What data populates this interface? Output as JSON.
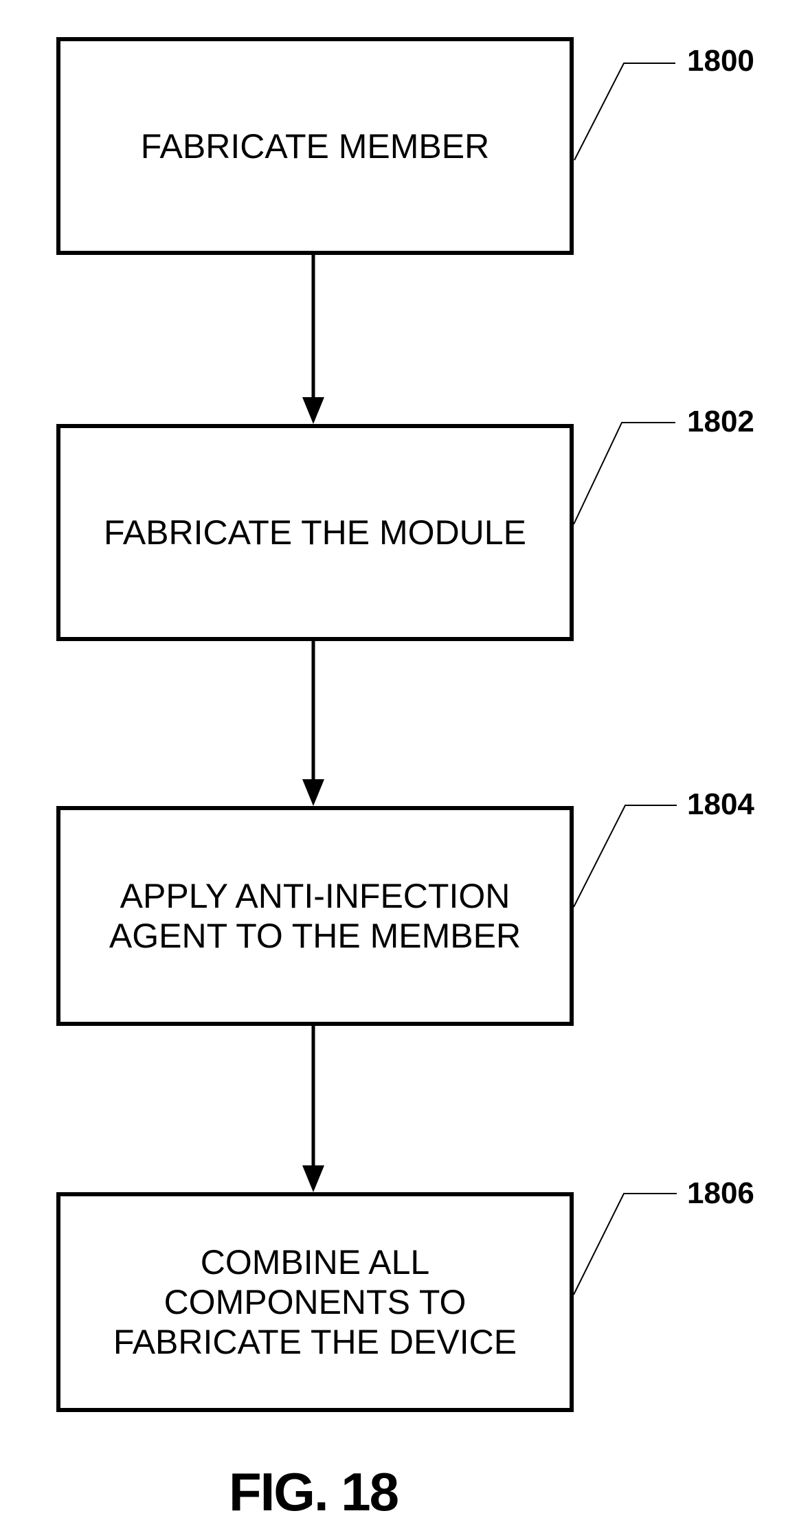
{
  "figure": {
    "caption": "FIG. 18",
    "colors": {
      "line": "#000000",
      "background": "#ffffff"
    },
    "steps": [
      {
        "id": "1800",
        "lines": [
          "FABRICATE MEMBER"
        ]
      },
      {
        "id": "1802",
        "lines": [
          "FABRICATE THE MODULE"
        ]
      },
      {
        "id": "1804",
        "lines": [
          "APPLY ANTI-INFECTION",
          "AGENT TO THE MEMBER"
        ]
      },
      {
        "id": "1806",
        "lines": [
          "COMBINE ALL",
          "COMPONENTS TO",
          "FABRICATE THE DEVICE"
        ]
      }
    ]
  }
}
